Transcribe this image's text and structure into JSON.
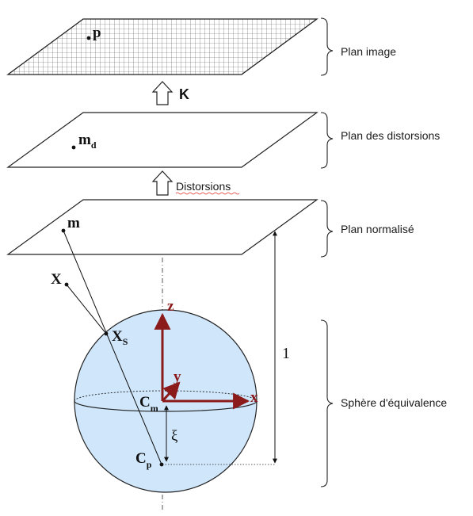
{
  "planes": {
    "image": "Plan image",
    "distortions": "Plan des distorsions",
    "normalized": "Plan normalisé",
    "sphere": "Sphère d'équivalence"
  },
  "transforms": {
    "k": "K",
    "distortions": "Distorsions"
  },
  "points": {
    "p": "p",
    "md_base": "m",
    "md_sub": "d",
    "m": "m",
    "X": "X",
    "Xs_base": "X",
    "Xs_sub": "S",
    "Cm_base": "C",
    "Cm_sub": "m",
    "Cp_base": "C",
    "Cp_sub": "p"
  },
  "axes": {
    "x": "x",
    "y": "y",
    "z": "z"
  },
  "measures": {
    "xi": "ξ",
    "one": "1"
  },
  "colors": {
    "sphere_fill": "#cfe6fb",
    "axis": "#8b1a1a",
    "line": "#111111"
  }
}
